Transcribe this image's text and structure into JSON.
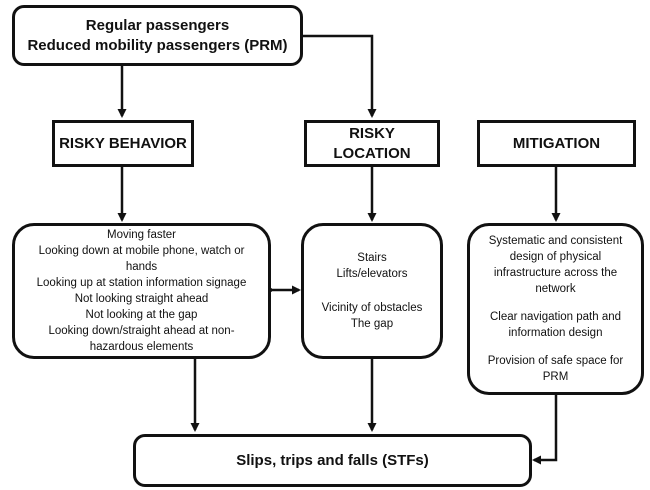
{
  "passengers": {
    "line1": "Regular passengers",
    "line2": "Reduced mobility passengers (PRM)"
  },
  "risky_behavior": {
    "title": "RISKY BEHAVIOR",
    "items": [
      "Moving faster",
      "Looking down at mobile phone, watch or",
      "hands",
      "Looking up at station information signage",
      "Not looking straight ahead",
      "Not looking at the gap",
      "Looking down/straight ahead  at non-",
      "hazardous elements"
    ]
  },
  "risky_location": {
    "title_line1": "RISKY",
    "title_line2": "LOCATION",
    "items_top": [
      "Stairs",
      "Lifts/elevators"
    ],
    "items_bottom": [
      "Vicinity of obstacles",
      "The gap"
    ]
  },
  "mitigation": {
    "title": "MITIGATION",
    "item1": [
      "Systematic and consistent",
      "design of physical",
      "infrastructure across the",
      "network"
    ],
    "item2": [
      "Clear navigation path and",
      "information design"
    ],
    "item3": [
      "Provision of safe space for",
      "PRM"
    ]
  },
  "outcome": {
    "title": "Slips, trips and falls (STFs)"
  }
}
